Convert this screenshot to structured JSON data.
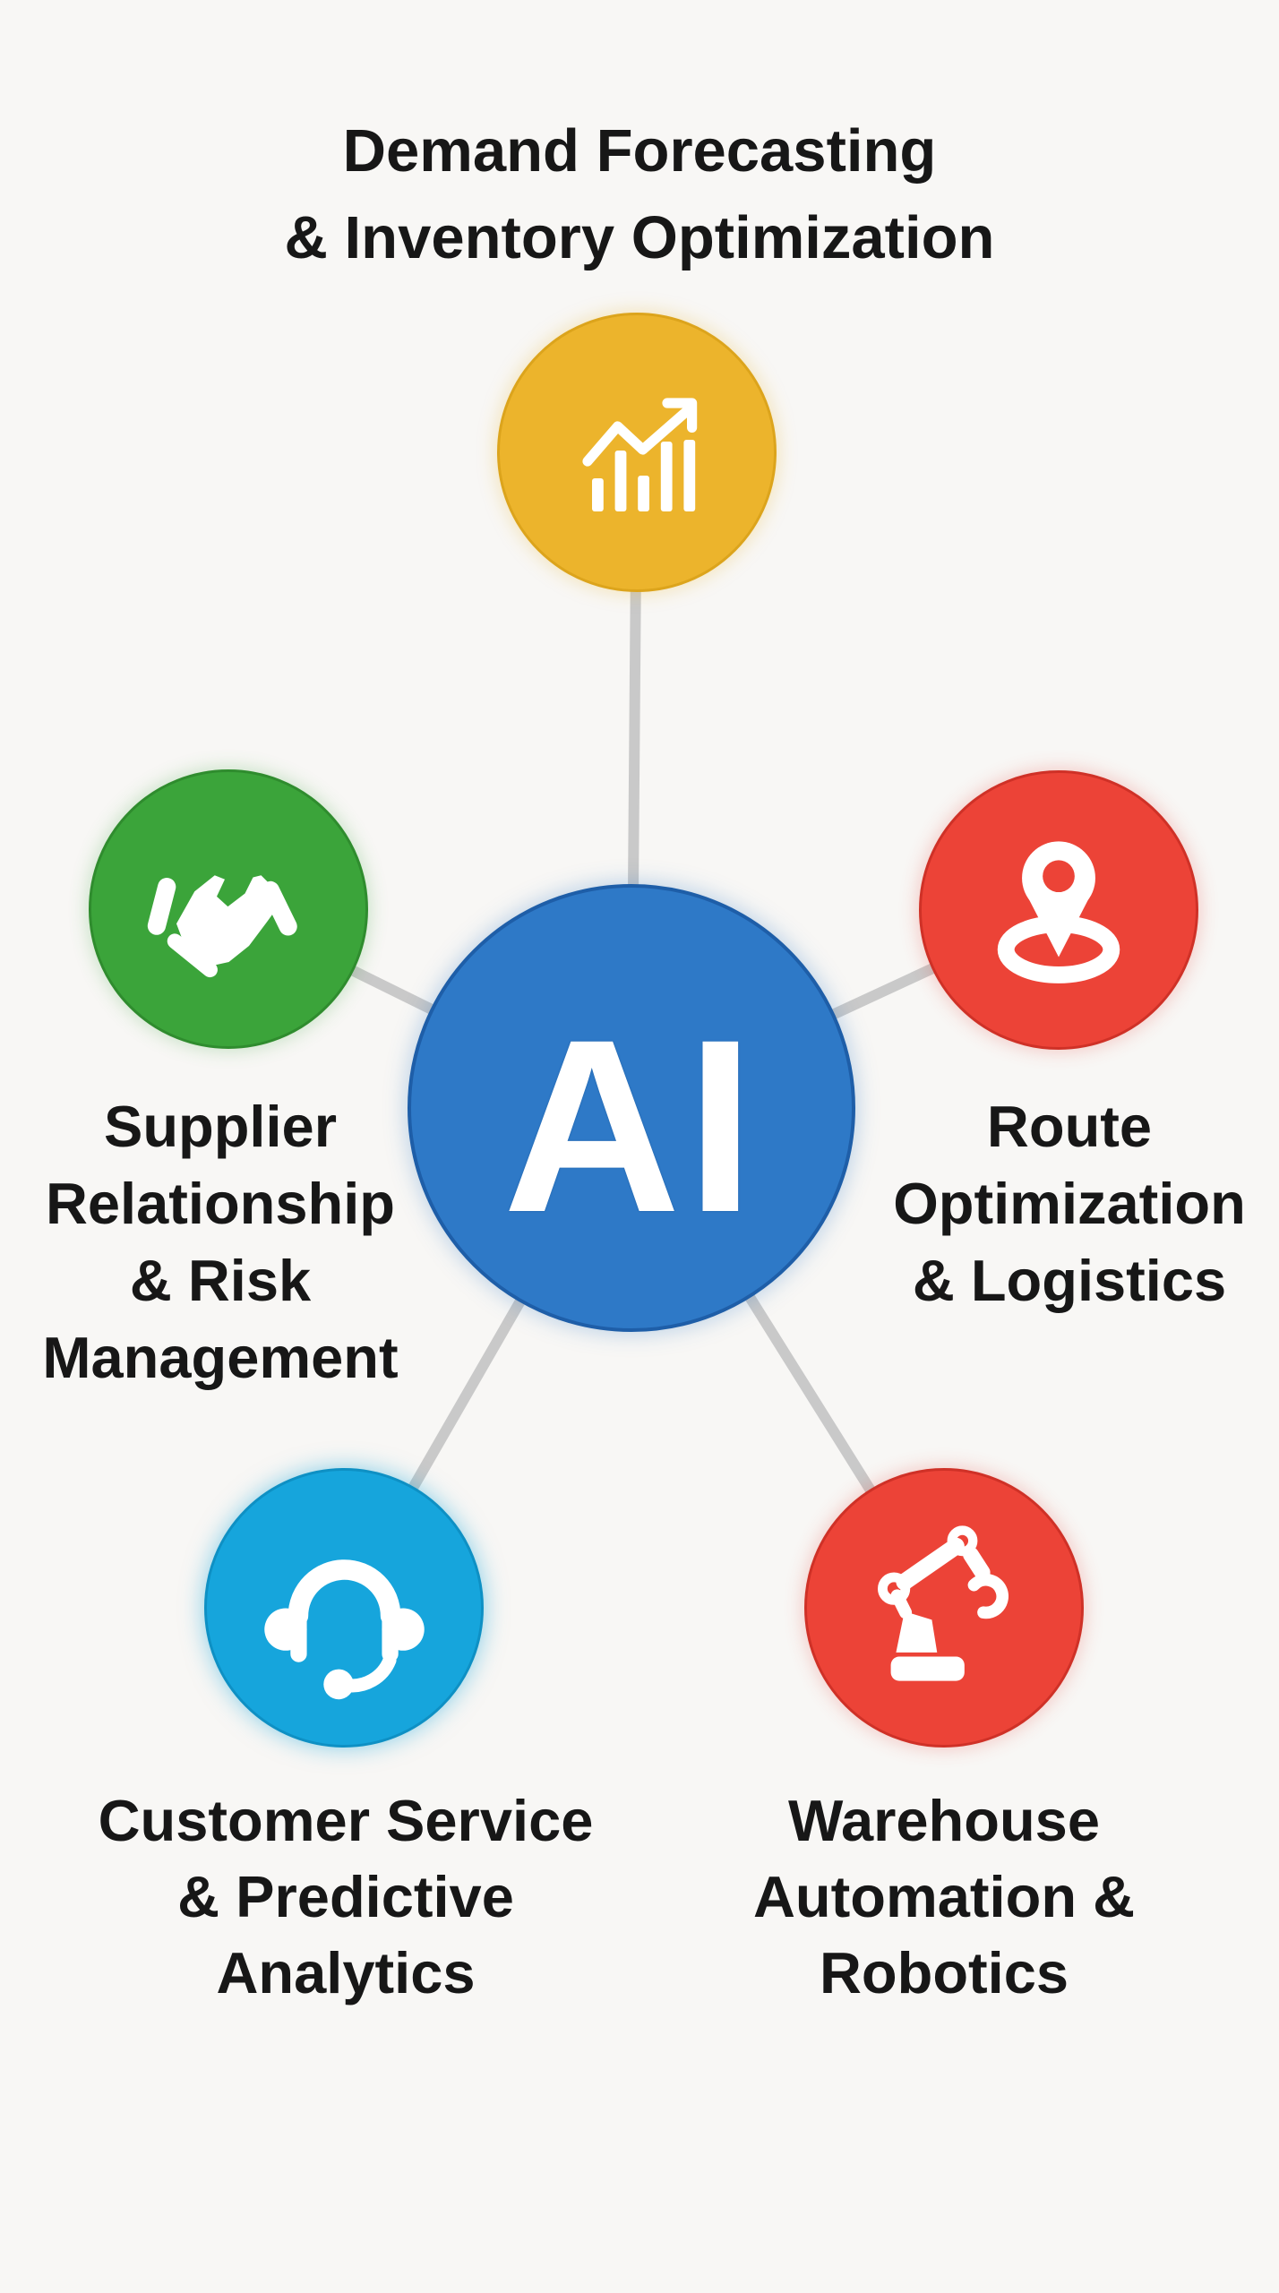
{
  "background_color": "#f8f7f5",
  "text_color": "#171717",
  "connector_color": "#c9c9c9",
  "center_node": {
    "label": "AI",
    "color": "#2e79c7"
  },
  "nodes": [
    {
      "name": "demand-forecasting",
      "icon": "bar-chart-trend-icon",
      "color": "#ecb42c",
      "label_lines": [
        "Demand Forecasting",
        "& Inventory Optimization"
      ]
    },
    {
      "name": "supplier-relationship",
      "icon": "handshake-icon",
      "color": "#3ba43a",
      "label_lines": [
        "Supplier",
        "Relationship",
        "& Risk",
        "Management"
      ]
    },
    {
      "name": "route-optimization",
      "icon": "location-pin-icon",
      "color": "#ec4337",
      "label_lines": [
        "Route",
        "Optimization",
        "& Logistics"
      ]
    },
    {
      "name": "customer-service",
      "icon": "headset-icon",
      "color": "#16a5dc",
      "label_lines": [
        "Customer Service",
        "& Predictive",
        "Analytics"
      ]
    },
    {
      "name": "warehouse-automation",
      "icon": "robot-arm-icon",
      "color": "#ec4337",
      "label_lines": [
        "Warehouse",
        "Automation &",
        "Robotics"
      ]
    }
  ]
}
